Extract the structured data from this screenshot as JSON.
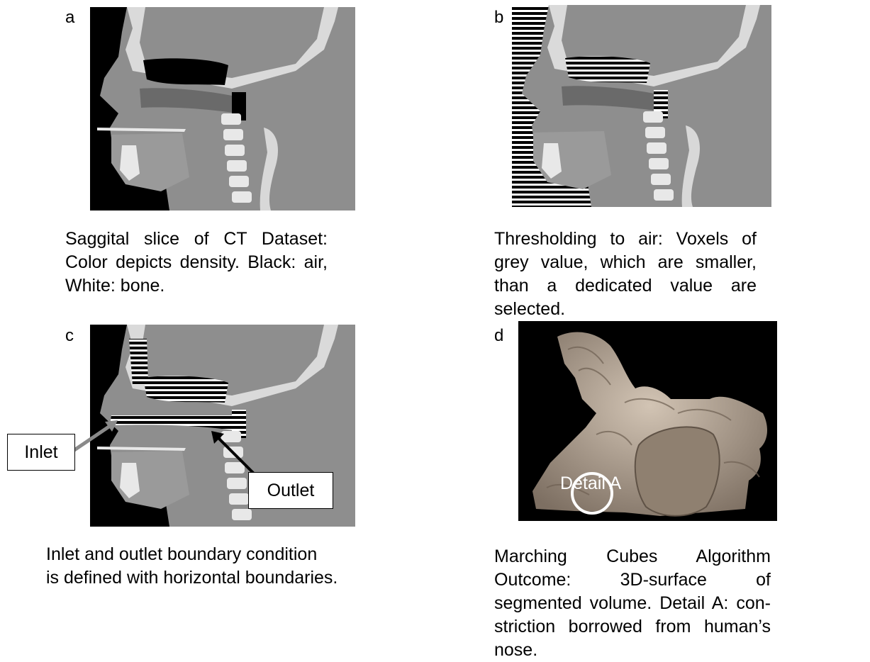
{
  "panels": {
    "a": {
      "letter": "a",
      "caption": "Saggital slice of  CT Dataset: Color depicts density. Black: air, White: bone."
    },
    "b": {
      "letter": "b",
      "caption": "Thresholding to air: Voxels of grey value, which are smaller, than a dedicated value are selected."
    },
    "c": {
      "letter": "c",
      "caption_line1": "Inlet and outlet boundary condition",
      "caption_line2": "is defined with horizontal boundaries.",
      "inlet_label": "Inlet",
      "outlet_label": "Outlet"
    },
    "d": {
      "letter": "d",
      "caption": "Marching Cubes Algorithm Outcome: 3D-surface of segmented volume. Detail A: con-striction borrowed from human’s nose.",
      "detail_label": "Detail A"
    }
  },
  "colors": {
    "ct_background": "#000000",
    "tissue": "#8e8e8e",
    "bone": "#e8e8e8",
    "hatch": "#ffffff",
    "surface": "#b7a898",
    "arrow_inlet": "#8a8a8a"
  }
}
